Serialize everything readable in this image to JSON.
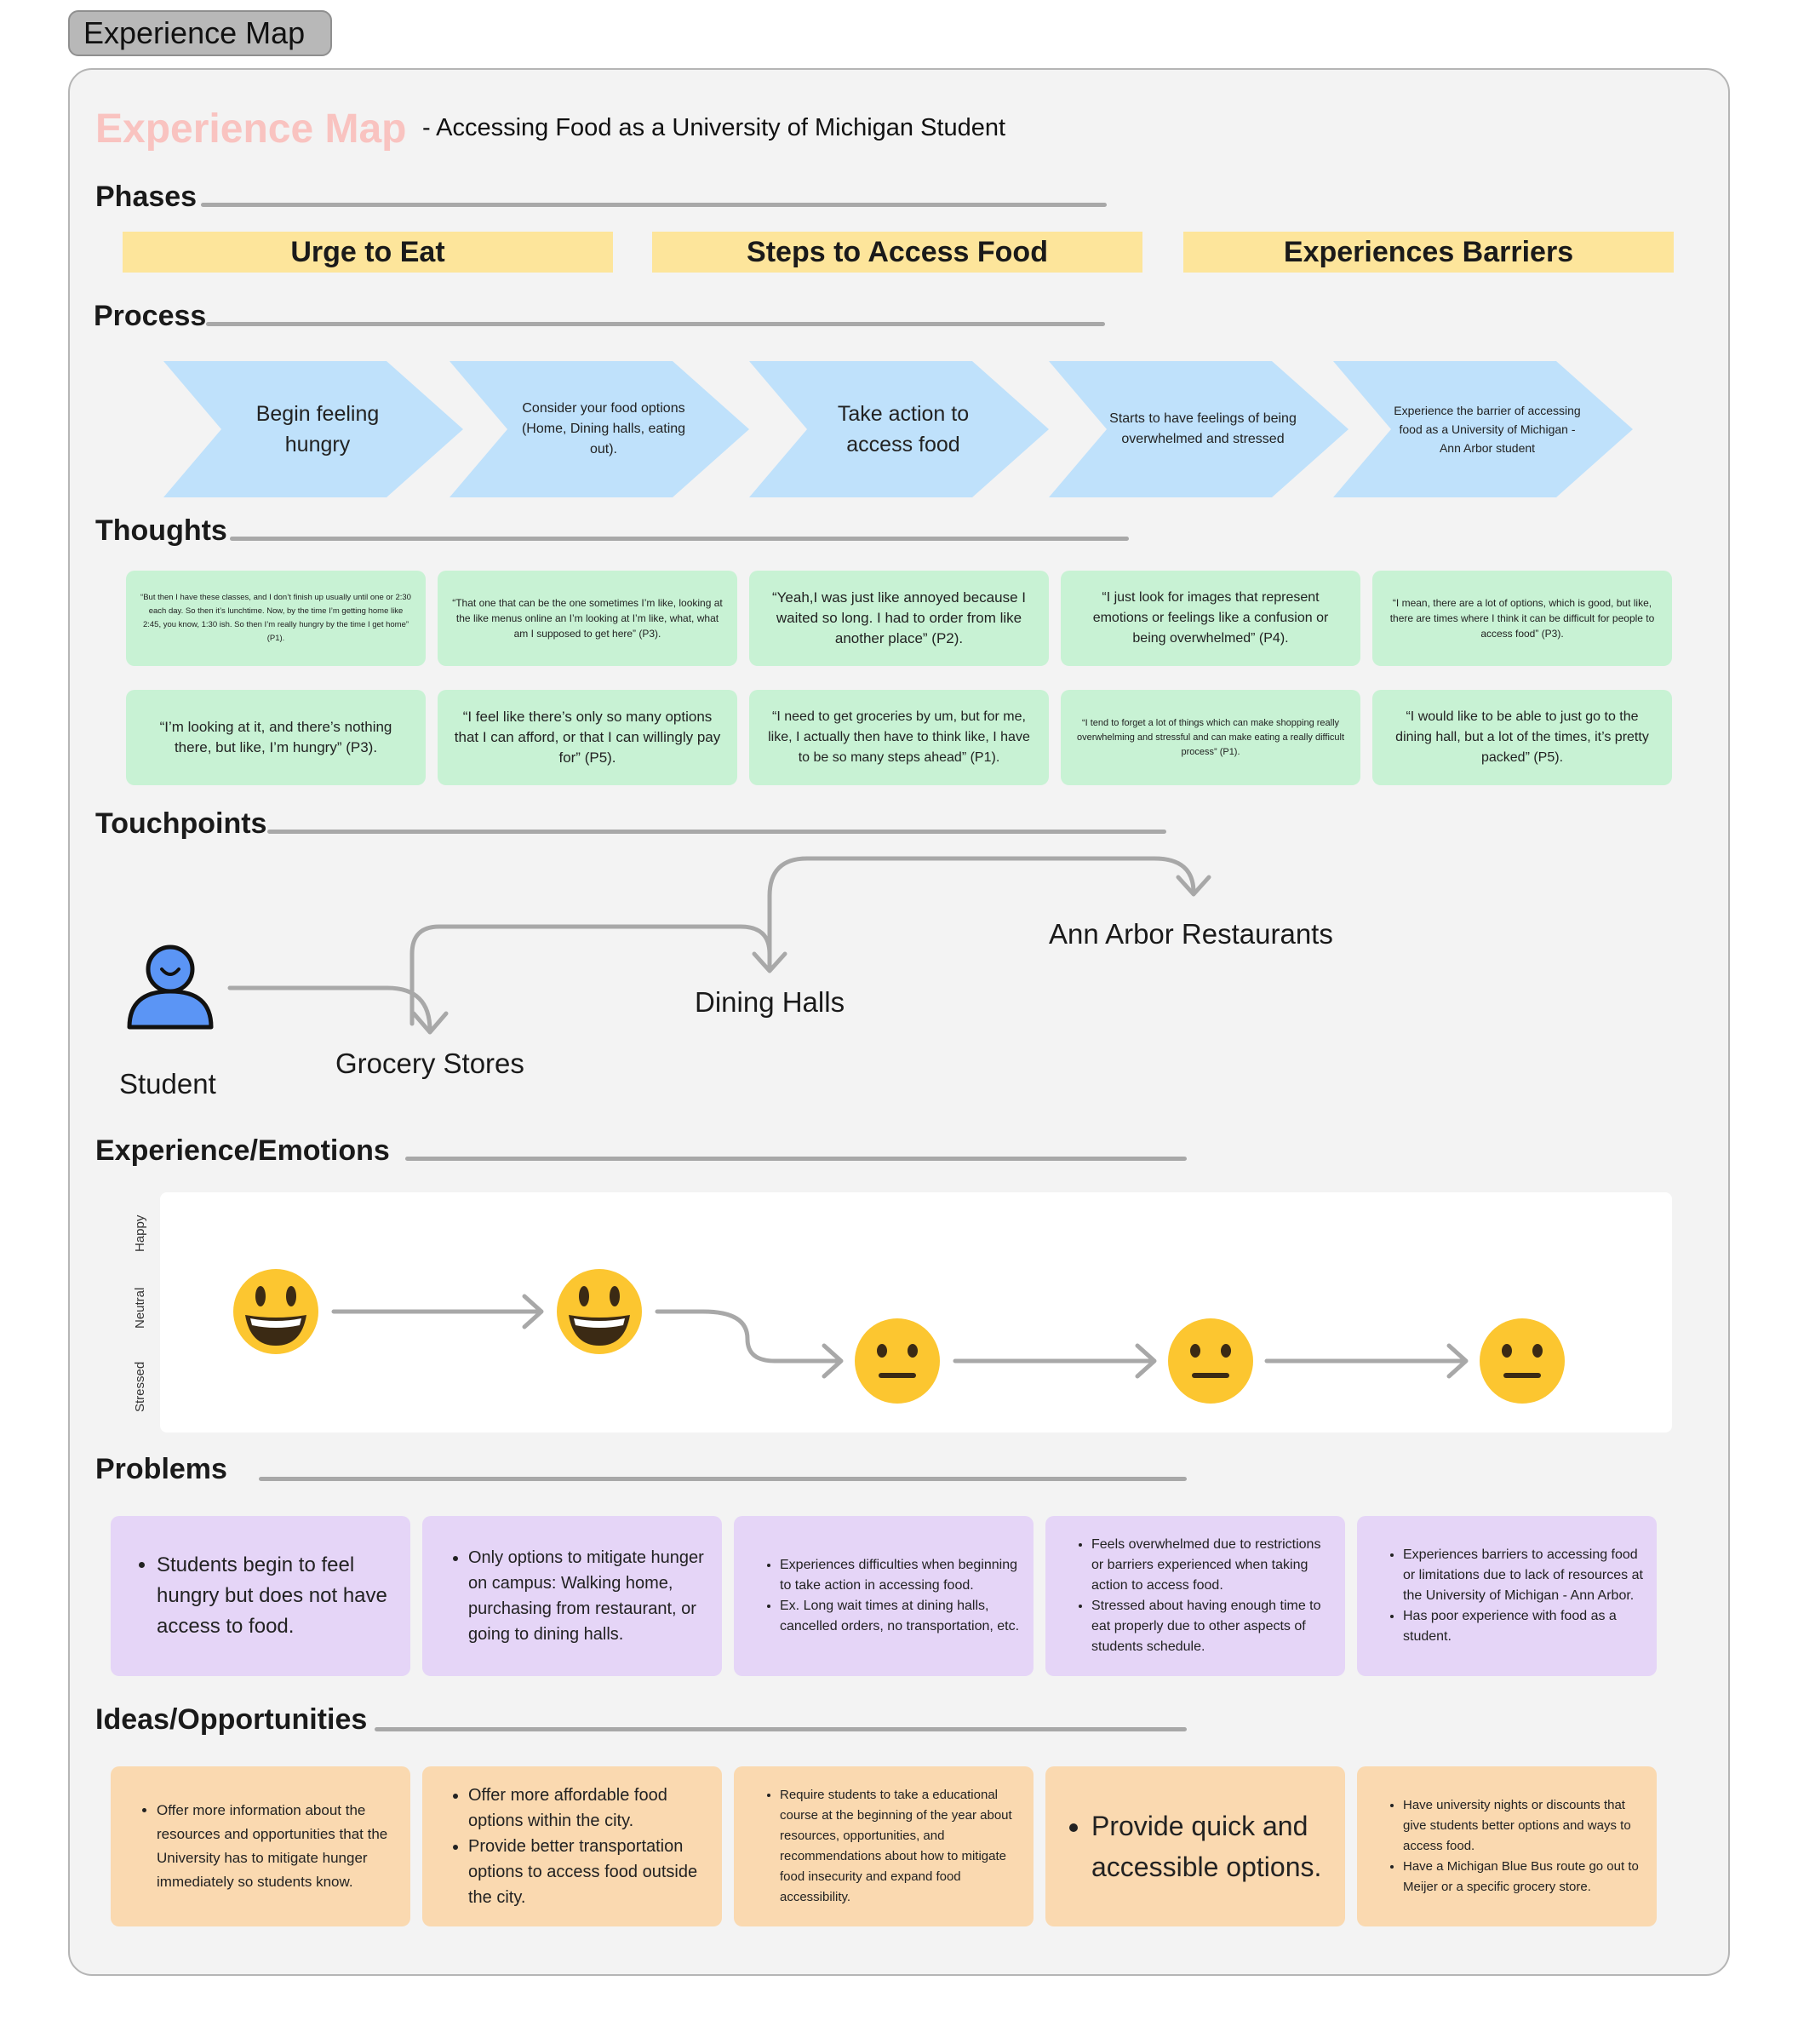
{
  "frame_tab": "Experience Map",
  "header": {
    "title": "Experience Map",
    "subtitle": "- Accessing Food as a University of Michigan Student"
  },
  "sections": {
    "phases": "Phases",
    "process": "Process",
    "thoughts": "Thoughts",
    "touchpoints": "Touchpoints",
    "emotions": "Experience/Emotions",
    "problems": "Problems",
    "ideas": "Ideas/Opportunities"
  },
  "phases": [
    "Urge to Eat",
    "Steps to Access Food",
    "Experiences Barriers"
  ],
  "process": [
    "Begin feeling hungry",
    "Consider your food options (Home, Dining halls, eating out).",
    "Take action to access food",
    "Starts to have feelings of being overwhelmed and stressed",
    "Experience the barrier of accessing food as a University of Michigan - Ann Arbor student"
  ],
  "thoughts_row1": [
    "“But then I have these classes, and I don’t finish up usually until one or 2:30 each day. So then it’s lunchtime. Now, by the time I’m getting home like 2:45, you know, 1:30 ish. So then I’m really hungry by the time I get home” (P1).",
    "“That one that can be the one sometimes I’m like, looking at the like menus online an I’m looking at I’m like, what, what am I supposed to get here” (P3).",
    "“Yeah,I was just like annoyed because I waited so long. I had to order from like another place” (P2).",
    "“I just look for images that represent emotions or feelings like a confusion or being overwhelmed” (P4).",
    "“I mean, there are a lot of options, which is good, but like, there are times where I think it can be difficult for people to access food” (P3)."
  ],
  "thoughts_row2": [
    "“I’m looking at it, and there’s nothing there, but like, I’m hungry” (P3).",
    "“I feel like there’s only so many options that I can afford, or that I can willingly pay for” (P5).",
    "“I need to get groceries by um, but for me, like, I actually then have to think like, I have to be so many steps ahead” (P1).",
    "“I tend to forget a lot of things which can make shopping really overwhelming and stressful and can make eating a really difficult process” (P1).",
    "“I would like to be able to just go to the dining hall, but a lot of the times, it’s pretty packed” (P5)."
  ],
  "touchpoints": {
    "student": "Student",
    "grocery": "Grocery Stores",
    "dining": "Dining Halls",
    "restaurants": "Ann Arbor Restaurants"
  },
  "emotions": {
    "axis": [
      "Happy",
      "Neutral",
      "Stressed"
    ],
    "sequence": [
      "happy",
      "happy",
      "neutral",
      "neutral",
      "neutral"
    ]
  },
  "problems": [
    [
      "Students begin to feel hungry but does not have access to food."
    ],
    [
      "Only options to mitigate hunger on campus: Walking home, purchasing from restaurant, or going to dining halls."
    ],
    [
      "Experiences difficulties when beginning to take action in accessing food.",
      "Ex. Long wait times at dining halls, cancelled orders, no transportation, etc."
    ],
    [
      "Feels overwhelmed due to restrictions or barriers experienced when taking action to access food.",
      "Stressed about having enough time to eat properly due to other aspects of students schedule."
    ],
    [
      "Experiences barriers to accessing food or limitations due to lack of resources at the University of Michigan - Ann Arbor.",
      "Has poor experience with food as a student."
    ]
  ],
  "ideas": [
    [
      "Offer more information about the resources and opportunities that the University has to mitigate hunger immediately so students know."
    ],
    [
      "Offer more affordable food options within the city.",
      "Provide better transportation options to access food outside the city."
    ],
    [
      "Require students to take a educational course at the beginning of the year about resources, opportunities, and recommendations about how to mitigate food insecurity and expand food accessibility."
    ],
    [
      "Provide quick and accessible options."
    ],
    [
      "Have university nights or discounts that give students better options and ways to access food.",
      "Have a Michigan Blue Bus route go out to Meijer or a specific grocery store."
    ]
  ],
  "colors": {
    "title_pink": "#f9c3c0",
    "phase_yellow": "#fde59b",
    "process_blue": "#bfe1fb",
    "thought_green": "#c8f2d4",
    "problem_purple": "#e5d5f7",
    "idea_orange": "#fad9b0",
    "connector_gray": "#a8a8a8",
    "person_blue": "#5b95f5",
    "emoji_yellow": "#fcc630"
  },
  "icons": [
    "person-icon",
    "grinning-face-icon",
    "neutral-face-icon",
    "arrow-icon"
  ]
}
